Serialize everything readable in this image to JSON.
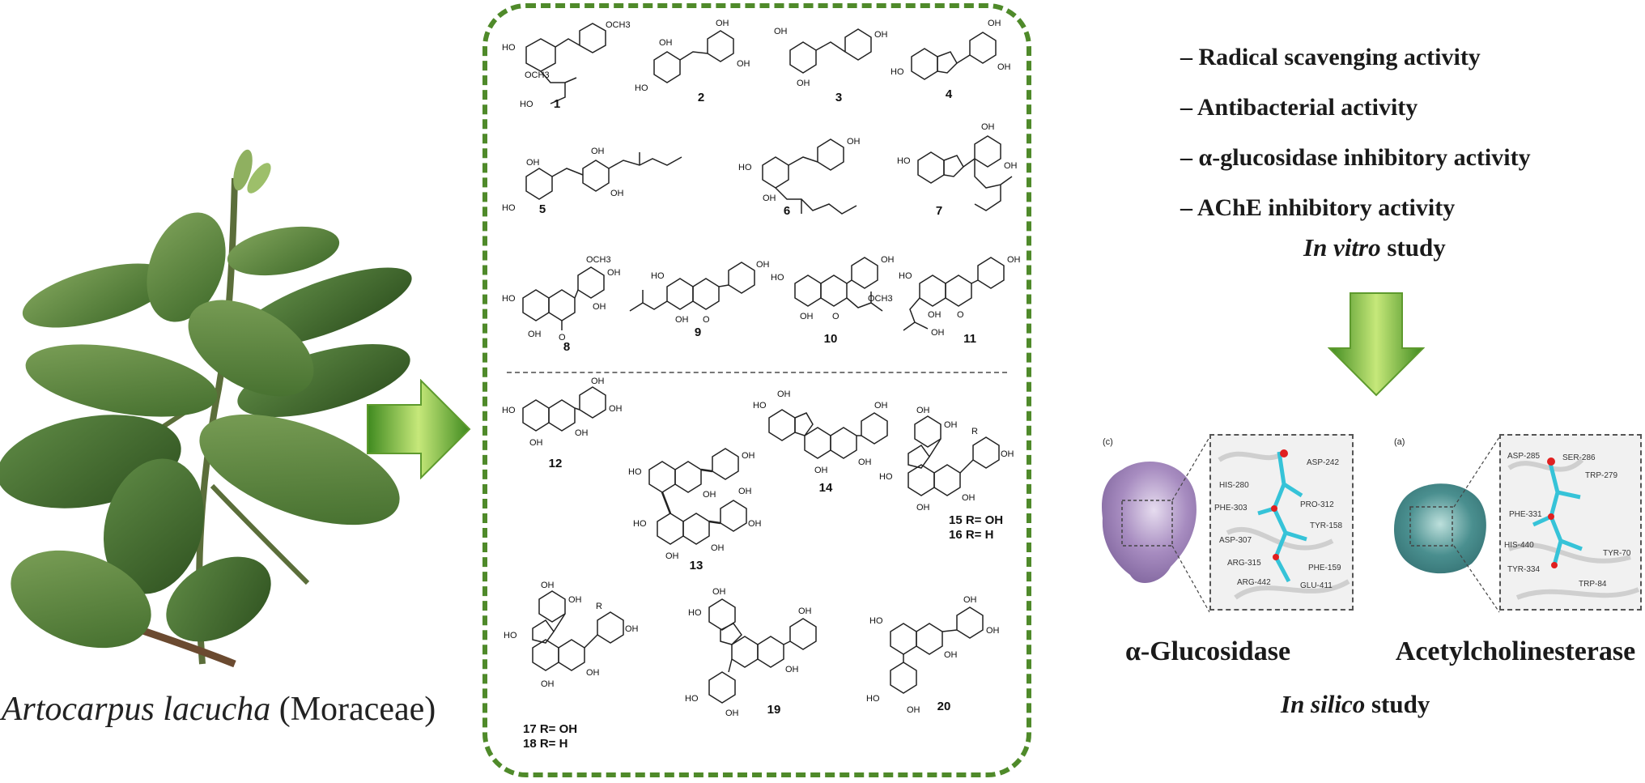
{
  "plant": {
    "species": "Artocarpus lacucha",
    "family": "(Moraceae)"
  },
  "compounds": [
    {
      "id": "1",
      "groups": [
        "OCH3",
        "HO",
        "OCH3",
        "HO"
      ]
    },
    {
      "id": "2",
      "groups": [
        "OH",
        "HO",
        "OH",
        "OH"
      ]
    },
    {
      "id": "3",
      "groups": [
        "OH",
        "OH",
        "OH"
      ]
    },
    {
      "id": "4",
      "groups": [
        "OH",
        "HO",
        "OH"
      ]
    },
    {
      "id": "5",
      "groups": [
        "OH",
        "OH",
        "HO",
        "OH"
      ]
    },
    {
      "id": "6",
      "groups": [
        "OH",
        "HO",
        "OH"
      ]
    },
    {
      "id": "7",
      "groups": [
        "OH",
        "HO",
        "OH"
      ]
    },
    {
      "id": "8",
      "groups": [
        "OCH3",
        "OH",
        "HO",
        "OH",
        "OH",
        "O"
      ]
    },
    {
      "id": "9",
      "groups": [
        "OH",
        "HO",
        "OH",
        "O"
      ]
    },
    {
      "id": "10",
      "groups": [
        "OH",
        "HO",
        "OCH3",
        "OH",
        "O"
      ]
    },
    {
      "id": "11",
      "groups": [
        "OH",
        "HO",
        "OH",
        "O",
        "OH"
      ]
    },
    {
      "id": "12",
      "groups": [
        "OH",
        "OH",
        "HO",
        "OH",
        "OH"
      ]
    },
    {
      "id": "13",
      "groups": [
        "OH",
        "HO",
        "OH",
        "OH",
        "HO",
        "OH",
        "OH",
        "OH"
      ]
    },
    {
      "id": "14",
      "groups": [
        "OH",
        "HO",
        "OH",
        "OH",
        "OH"
      ]
    },
    {
      "id": "15 R= OH",
      "groups": [
        "OH",
        "OH",
        "R",
        "HO",
        "OH",
        "OH",
        "OH"
      ]
    },
    {
      "id": "16 R= H",
      "groups": []
    },
    {
      "id": "17 R= OH",
      "groups": [
        "OH",
        "OH",
        "R",
        "HO",
        "OH",
        "OH",
        "OH"
      ]
    },
    {
      "id": "18 R= H",
      "groups": []
    },
    {
      "id": "19",
      "groups": [
        "OH",
        "HO",
        "OH",
        "OH",
        "HO",
        "OH"
      ]
    },
    {
      "id": "20",
      "groups": [
        "OH",
        "HO",
        "OH",
        "OH",
        "HO",
        "OH"
      ]
    }
  ],
  "activities": [
    "– Radical scavenging activity",
    "– Antibacterial activity",
    "– α-glucosidase inhibitory activity",
    "– AChE inhibitory activity"
  ],
  "in_vitro": {
    "italic": "In vitro",
    "rest": " study"
  },
  "docking": [
    {
      "letter": "(c)",
      "enzyme": "α-Glucosidase",
      "residues": [
        "ASP-242",
        "HIS-280",
        "PRO-312",
        "PHE-303",
        "TYR-158",
        "ASP-307",
        "ARG-315",
        "PHE-159",
        "ARG-442",
        "GLU-411"
      ],
      "surface_color": "#a78cc0"
    },
    {
      "letter": "(a)",
      "enzyme": "Acetylcholinesterase",
      "residues": [
        "ASP-285",
        "SER-286",
        "TRP-279",
        "PHE-331",
        "HIS-440",
        "TYR-70",
        "TYR-334",
        "TRP-84"
      ],
      "surface_color": "#4a8f8f"
    }
  ],
  "in_silico": {
    "italic": "In silico",
    "rest": " study"
  },
  "colors": {
    "box_border": "#4f8a2a",
    "arrow_light": "#c6e87a",
    "arrow_dark": "#3f8a1f",
    "ligand": "#36c3d8"
  }
}
